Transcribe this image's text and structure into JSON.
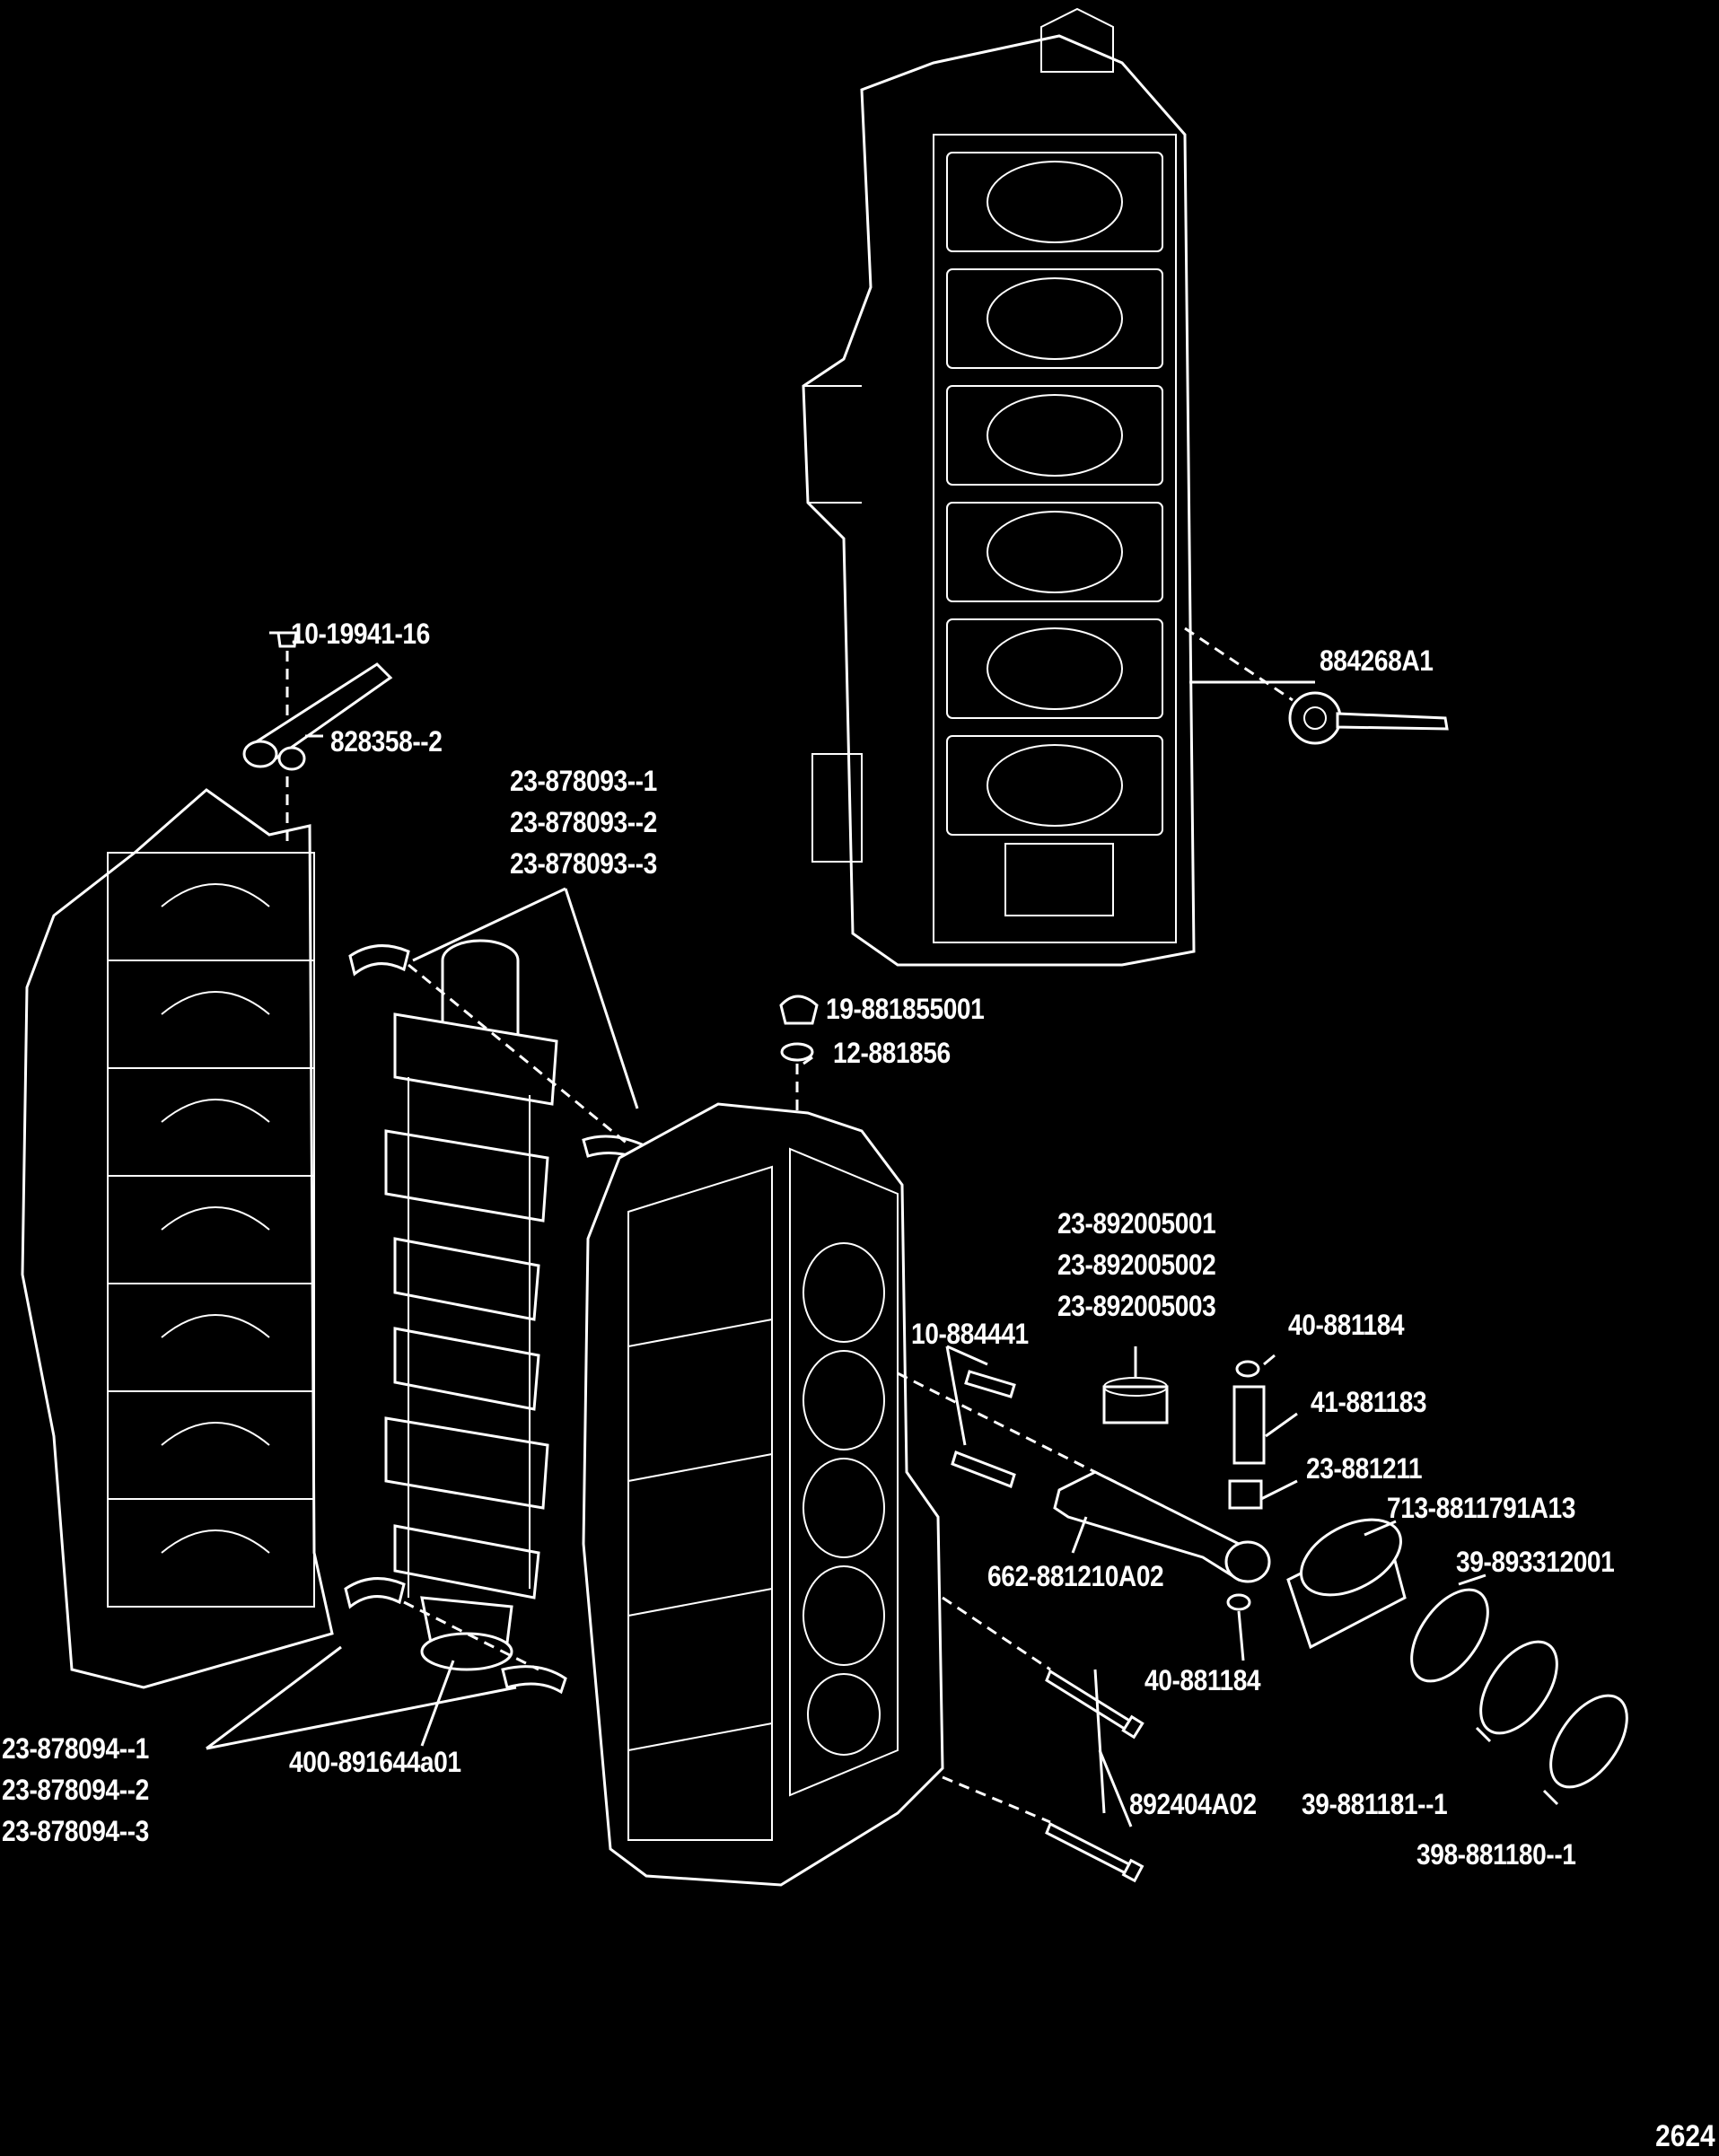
{
  "figure_number": "2624",
  "labels": [
    {
      "id": "l1",
      "lines": [
        "10-19941-16"
      ]
    },
    {
      "id": "l2",
      "lines": [
        "828358--2"
      ]
    },
    {
      "id": "l3",
      "lines": [
        "23-878093--1",
        "23-878093--2",
        "23-878093--3"
      ]
    },
    {
      "id": "l4",
      "lines": [
        "884268A1"
      ]
    },
    {
      "id": "l5",
      "lines": [
        "19-881855001"
      ]
    },
    {
      "id": "l6",
      "lines": [
        "12-881856"
      ]
    },
    {
      "id": "l7",
      "lines": [
        "23-892005001",
        "23-892005002",
        "23-892005003"
      ]
    },
    {
      "id": "l8",
      "lines": [
        "10-884441"
      ]
    },
    {
      "id": "l9",
      "lines": [
        "40-881184"
      ]
    },
    {
      "id": "l10",
      "lines": [
        "41-881183"
      ]
    },
    {
      "id": "l11",
      "lines": [
        "23-881211"
      ]
    },
    {
      "id": "l12",
      "lines": [
        "713-8811791A13"
      ]
    },
    {
      "id": "l13",
      "lines": [
        "39-893312001"
      ]
    },
    {
      "id": "l14",
      "lines": [
        "662-881210A02"
      ]
    },
    {
      "id": "l15",
      "lines": [
        "40-881184"
      ]
    },
    {
      "id": "l16",
      "lines": [
        "23-878094--1",
        "23-878094--2",
        "23-878094--3"
      ]
    },
    {
      "id": "l17",
      "lines": [
        "400-891644a01"
      ]
    },
    {
      "id": "l18",
      "lines": [
        "892404A02"
      ]
    },
    {
      "id": "l19",
      "lines": [
        "39-881181--1"
      ]
    },
    {
      "id": "l20",
      "lines": [
        "398-881180--1"
      ]
    }
  ]
}
